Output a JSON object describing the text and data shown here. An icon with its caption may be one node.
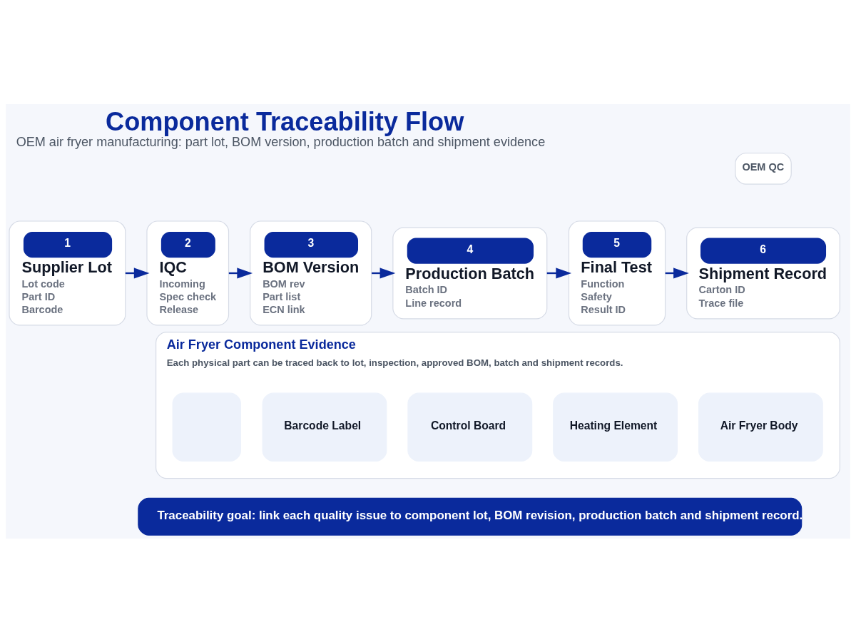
{
  "diagram": {
    "title": "Component Traceability Flow",
    "caption": "OEM air fryer manufacturing: part lot, BOM version, production batch and shipment evidence",
    "nodes": [
      {
        "text": [
          "1",
          "Supplier Lot",
          "Lot code",
          "Part ID",
          "Barcode"
        ]
      },
      {
        "text": [
          "2",
          "IQC",
          "Incoming",
          "Spec check",
          "Release"
        ]
      },
      {
        "text": [
          "3",
          "BOM Version",
          "BOM rev",
          "Part list",
          "ECN link"
        ]
      },
      {
        "text": [
          "4",
          "Production Batch",
          "Batch ID",
          "Line record"
        ]
      },
      {
        "text": [
          "5",
          "Final Test",
          "Function",
          "Safety",
          "Result ID"
        ]
      },
      {
        "text": [
          "6",
          "Shipment Record",
          "Carton ID",
          "Trace file"
        ]
      },
      {
        "text": [
          "Air Fryer Component Evidence",
          "Each physical part can be traced back to lot, inspection, approved BOM, batch and shipment records."
        ]
      },
      {
        "text": [
          "Air Fryer Body"
        ],
        "in": 6
      },
      {
        "text": [
          "Heating Element"
        ],
        "in": 6
      },
      {
        "text": [
          "Control Board"
        ],
        "in": 6
      },
      {
        "text": [
          "Barcode Label"
        ],
        "in": 6
      },
      {
        "text": [],
        "shape": "box",
        "in": 6
      },
      {
        "text": [
          "Traceability goal: link each quality issue to component lot, BOM revision, production batch and shipment record."
        ]
      }
    ],
    "edges": [
      {
        "from": 0,
        "to": 1,
        "arrow": "to"
      },
      {
        "from": 1,
        "to": 2,
        "arrow": "to"
      },
      {
        "from": 2,
        "to": 3,
        "arrow": "to"
      },
      {
        "from": 3,
        "to": 4,
        "arrow": "to"
      },
      {
        "from": 4,
        "to": 5,
        "arrow": "to"
      }
    ],
    "labels": [
      "OEM QC"
    ]
  }
}
